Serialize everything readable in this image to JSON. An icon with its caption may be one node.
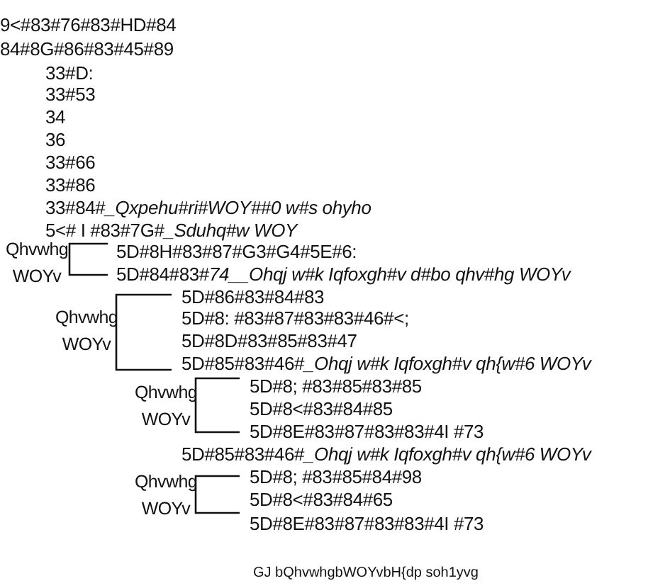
{
  "diagram": {
    "caption": "GJ bQhvwhgbWOYvbH{dp soh1yvg",
    "labels": [
      "9<#83#76#83#HD#84",
      "84#8G#86#83#45#89",
      "33#D:",
      "33#53",
      "34",
      "36",
      "33#66",
      "33#86",
      "33#84#*_Qxpehu#ri#WOY##0 w#s ohyho*",
      "5<# I #83#7G#*_Sduhq#w WOY*",
      "Qhvwhg WOYv",
      "5D#8H#83#87#G3#G4#5E#6:",
      "5D#84#83#*74__Ohqj w#k Iqfoxgh#v d#bo qhv#hg WOYv*",
      "Qhvwhg WOYv",
      "5D#86#83#84#83",
      "5D#8: #83#87#83#83#46#<;",
      "5D#8D#83#85#83#47",
      "5D#85#83#46#*_Ohqj w#k Iqfoxgh#v qh{w#6 WOYv*",
      "Qhvwhg WOYv",
      "5D#8; #83#85#83#85",
      "5D#8<#83#84#85",
      "5D#8E#83#87#83#83#4I #73",
      "5D#85#83#46#*_Ohqj w#k Iqfoxgh#v qh{w#6 WOYv*",
      "Qhvwhg WOYv",
      "5D#8; #83#85#84#98",
      "5D#8<#83#84#65",
      "5D#8E#83#87#83#83#4I #73"
    ]
  }
}
